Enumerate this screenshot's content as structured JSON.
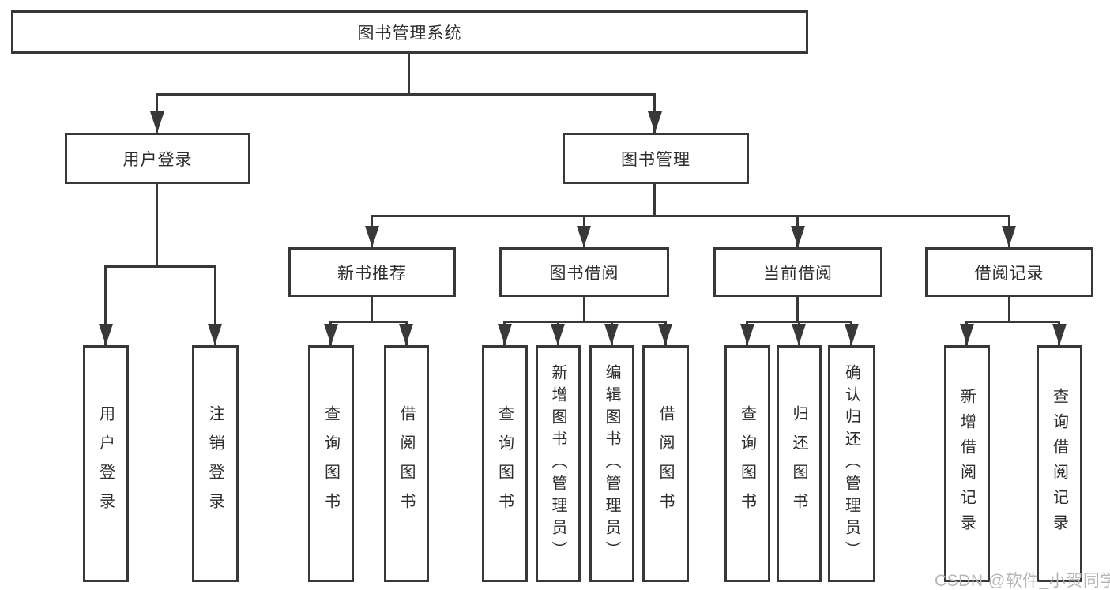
{
  "nodes": {
    "root": "图书管理系统",
    "user_login": "用户登录",
    "book_mgmt": "图书管理",
    "new_books": "新书推荐",
    "book_borrow": "图书借阅",
    "current_borrow": "当前借阅",
    "borrow_records": "借阅记录",
    "leaves_user_login": [
      "用户登录",
      "注销登录"
    ],
    "leaves_new_books": [
      "查询图书",
      "借阅图书"
    ],
    "leaves_book_borrow": [
      "查询图书",
      "新增图书（管理员）",
      "编辑图书（管理员）",
      "借阅图书"
    ],
    "leaves_current_borrow": [
      "查询图书",
      "归还图书",
      "确认归还（管理员）"
    ],
    "leaves_borrow_records": [
      "新增借阅记录",
      "查询借阅记录"
    ]
  },
  "watermark": "CSDN @软件_小贺同学",
  "colors": {
    "line": "#383838",
    "text": "#2d2d2d",
    "watermark": "#b7b7b7",
    "background": "#ffffff"
  }
}
